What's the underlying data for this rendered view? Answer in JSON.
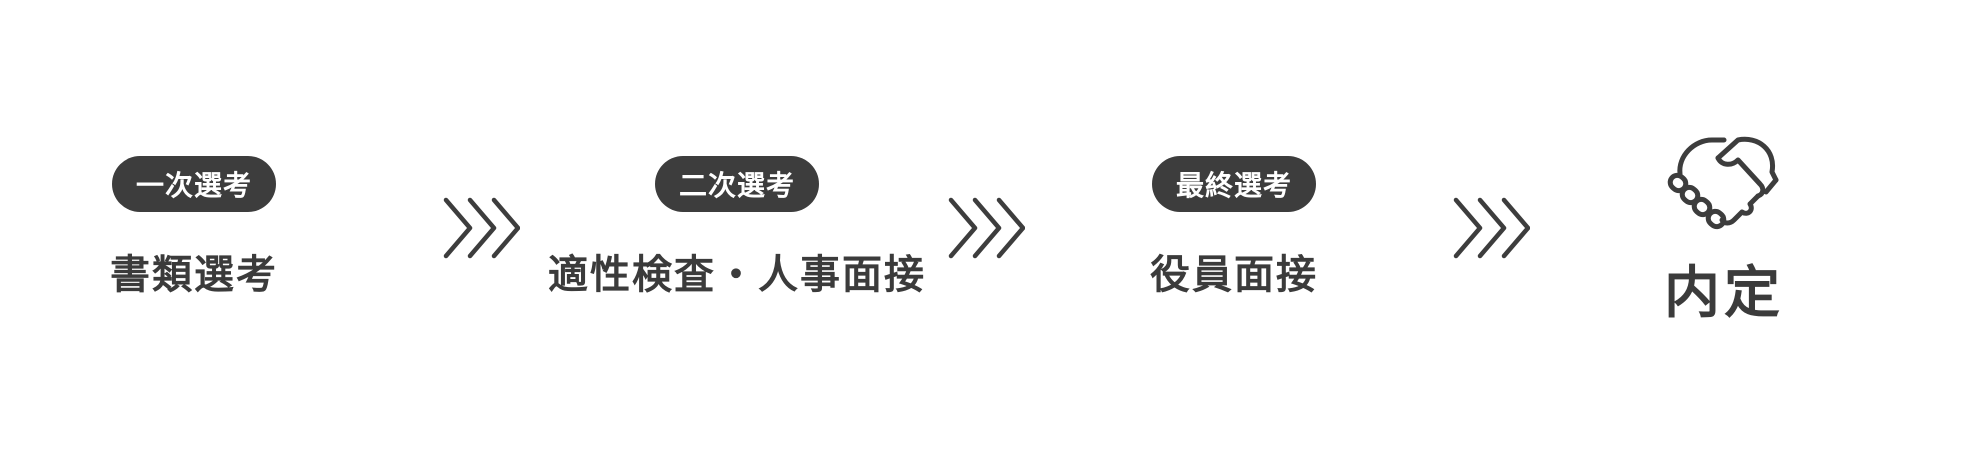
{
  "steps": [
    {
      "badge": "一次選考",
      "label": "書類選考"
    },
    {
      "badge": "二次選考",
      "label": "適性検査・人事面接"
    },
    {
      "badge": "最終選考",
      "label": "役員面接"
    }
  ],
  "final": {
    "label": "内定",
    "icon": "handshake-icon"
  },
  "connector_icon": "triple-chevron-right-icon",
  "colors": {
    "primary": "#3d3d3d",
    "text": "#3b3b3b",
    "background": "#ffffff"
  }
}
